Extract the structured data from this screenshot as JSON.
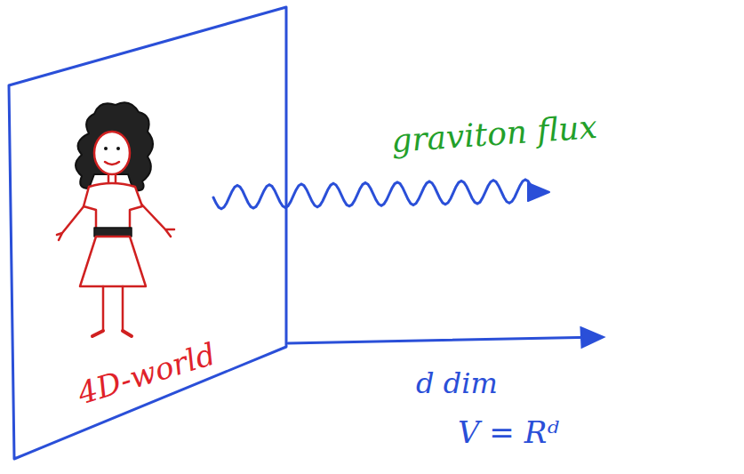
{
  "diagram": {
    "nodes": [
      {
        "text": [
          "4D-world"
        ]
      }
    ],
    "labels": [
      "graviton flux",
      "d dim",
      "V = Rᵈ"
    ]
  }
}
